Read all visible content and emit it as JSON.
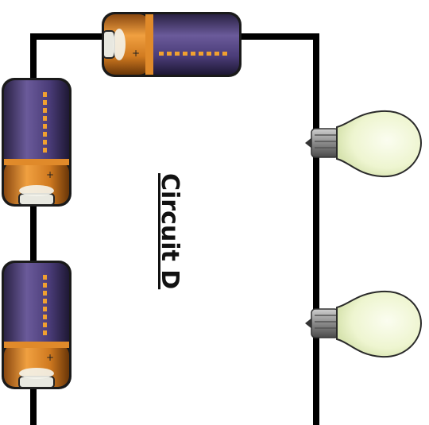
{
  "diagram": {
    "label": "Circuit D",
    "colors": {
      "wire": "#000000",
      "battery_body": "#5a4a86",
      "battery_body_dark": "#2a2244",
      "battery_cap": "#e08a2a",
      "battery_cap_dark": "#b8601a",
      "battery_stripe": "#f0a030",
      "terminal": "#e8e8e0",
      "bulb_glass": "#f3f8dc",
      "bulb_base": "#8c8c8c"
    },
    "components": {
      "batteries": 3,
      "bulbs": 2
    }
  }
}
